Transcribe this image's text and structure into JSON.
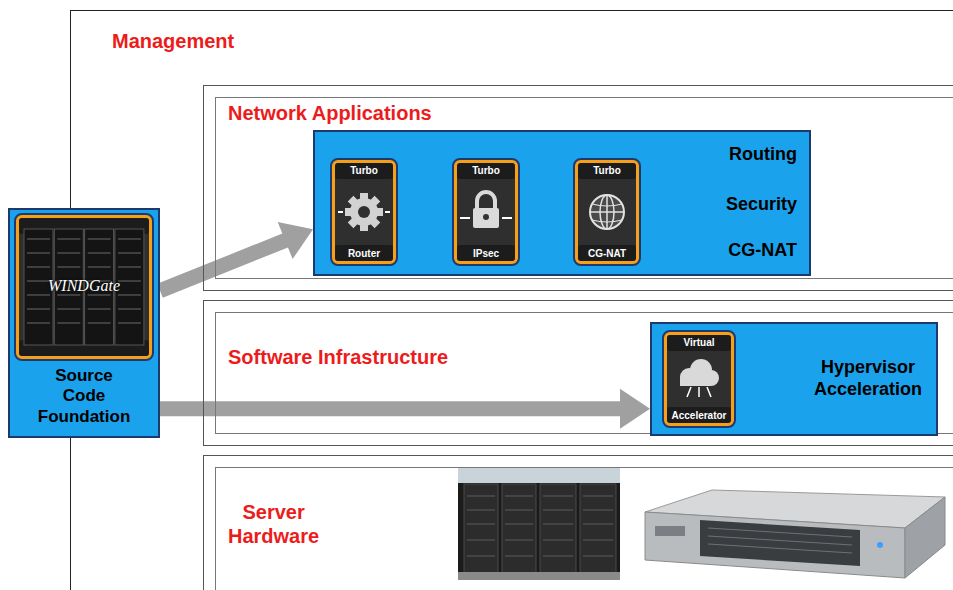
{
  "diagram": {
    "nodes": [
      {
        "text": [
          "Management"
        ]
      },
      {
        "text": [
          "Network Applications"
        ],
        "in": 0
      },
      {
        "text": [
          "Routing",
          "Security",
          "CG-NAT"
        ],
        "in": 1
      },
      {
        "text": [
          "Turbo",
          "Router"
        ],
        "in": 2
      },
      {
        "text": [
          "Turbo",
          "IPsec"
        ],
        "in": 2
      },
      {
        "text": [
          "Turbo",
          "CG-NAT"
        ],
        "in": 2
      },
      {
        "text": [
          "Software Infrastructure"
        ],
        "in": 0
      },
      {
        "text": [
          "Hypervisor Acceleration"
        ],
        "in": 6
      },
      {
        "text": [
          "Virtual",
          "Accelerator"
        ],
        "in": 7
      },
      {
        "text": [
          "Server Hardware"
        ],
        "in": 0
      },
      {
        "text": [
          "Source Code Foundation"
        ]
      },
      {
        "text": [
          "WINDGate"
        ],
        "in": 10
      }
    ],
    "edges": [
      {
        "from": 10,
        "to": 2,
        "arrow": "to"
      },
      {
        "from": 10,
        "to": 7,
        "arrow": "to"
      }
    ]
  }
}
